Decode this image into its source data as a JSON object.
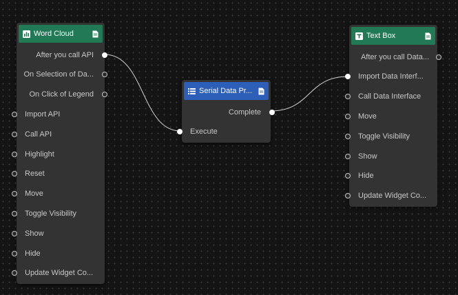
{
  "nodes": {
    "word_cloud": {
      "title": "Word Cloud",
      "icon": "bar-chart-icon",
      "outputs": [
        "After you call API",
        "On Selection of Da...",
        "On Click of Legend"
      ],
      "inputs": [
        "Import API",
        "Call API",
        "Highlight",
        "Reset",
        "Move",
        "Toggle Visibility",
        "Show",
        "Hide",
        "Update Widget Co..."
      ]
    },
    "serial": {
      "title": "Serial Data Pr...",
      "icon": "list-icon",
      "outputs": [
        "Complete"
      ],
      "inputs": [
        "Execute"
      ]
    },
    "text_box": {
      "title": "Text Box",
      "icon": "text-t-icon",
      "outputs": [
        "After you call Data..."
      ],
      "inputs": [
        "Import Data Interf...",
        "Call Data Interface",
        "Move",
        "Toggle Visibility",
        "Show",
        "Hide",
        "Update Widget Co..."
      ]
    }
  },
  "colors": {
    "header_green": "#217a55",
    "header_blue": "#2d5fb8",
    "node_body": "#333333",
    "wire": "#d0d0d0"
  }
}
